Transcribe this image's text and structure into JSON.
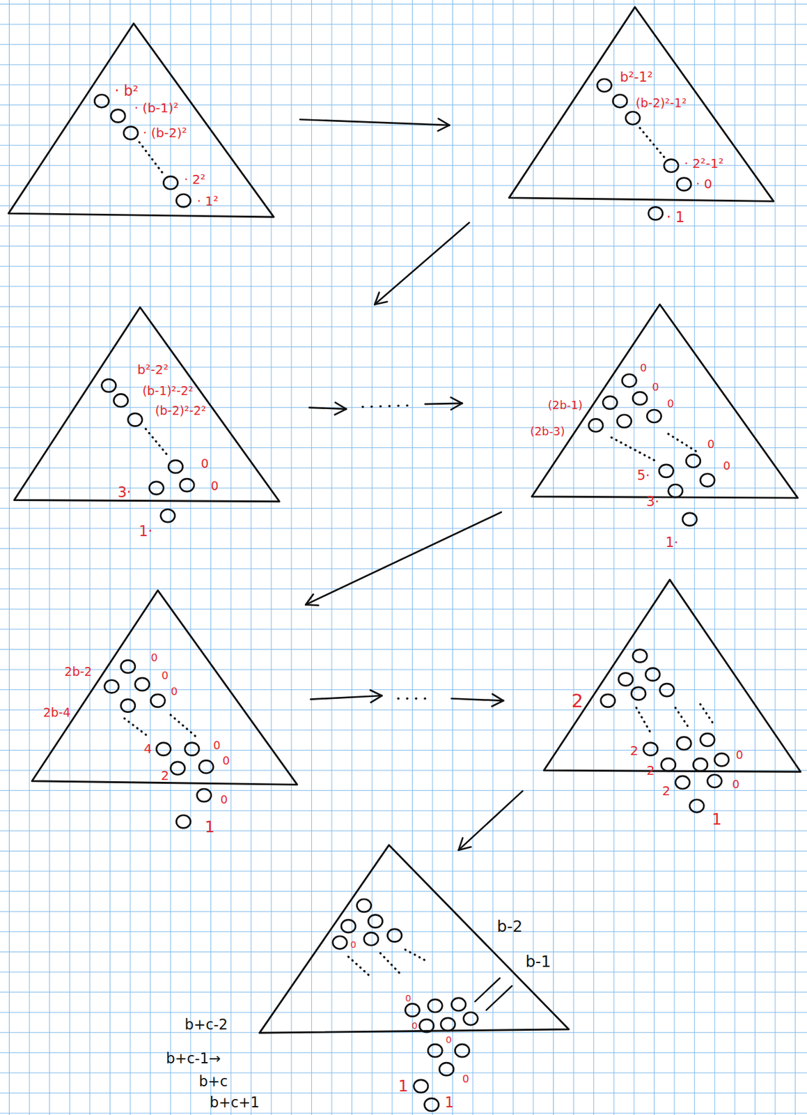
{
  "diagram": {
    "nodes": [
      {
        "text": [
          "· b²",
          "· (b-1)²",
          "· (b-2)²",
          "· 2²",
          "· 1²"
        ]
      },
      {
        "text": [
          "b²-1²",
          "(b-2)²-1²",
          "· 2²-1²",
          "· 0",
          "· 1"
        ]
      },
      {
        "text": [
          "b²-2²",
          "(b-1)²-2²",
          "(b-2)²-2²",
          "0",
          "0",
          "3·",
          "1·"
        ]
      },
      {
        "text": [
          "0",
          "0",
          "0",
          "(2b-1)",
          "(2b-3)",
          "0",
          "0",
          "5·",
          "3·",
          "1·"
        ]
      },
      {
        "text": [
          "0",
          "0",
          "0",
          "2b-2",
          "2b-4",
          "4",
          "2",
          "0",
          "0",
          "0",
          "1"
        ]
      },
      {
        "text": [
          "2",
          "2",
          "2",
          "2",
          "0",
          "0",
          "1"
        ]
      },
      {
        "text": [
          "0",
          "0",
          "0",
          "0",
          "0",
          "1",
          "1"
        ]
      }
    ],
    "edges": [
      {
        "from": 0,
        "to": 1,
        "arrow": "to"
      },
      {
        "from": 1,
        "to": 2,
        "arrow": "to"
      },
      {
        "from": 2,
        "to": 3,
        "arrow": "to"
      },
      {
        "from": 3,
        "to": 4,
        "arrow": "to"
      },
      {
        "from": 4,
        "to": 5,
        "arrow": "to"
      },
      {
        "from": 5,
        "to": 6,
        "arrow": "to"
      }
    ],
    "labels": [
      "b-2",
      "b-1",
      "b+c-2",
      "b+c-1→",
      "b+c",
      "b+c+1"
    ]
  }
}
